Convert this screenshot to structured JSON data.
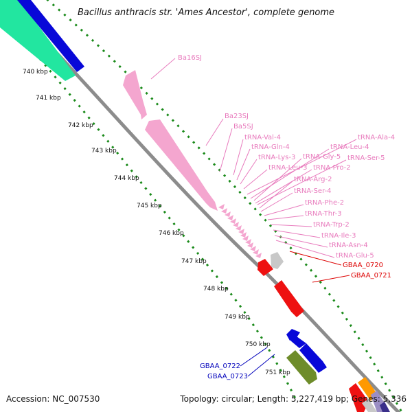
{
  "title": "Bacillus anthracis str. 'Ames Ancestor', complete genome",
  "footer": {
    "accession": "Accession: NC_007530",
    "summary": "Topology: circular; Length: 5,227,419 bp; Genes: 5,336"
  },
  "colors": {
    "backbone": "#8c8c8c",
    "tick_dots": "#1a8a1a",
    "rRNA_tRNA": "#f4a6cf",
    "red_gene": "#ee1111",
    "grey_gene": "#c8c8c8",
    "blue_gene": "#0808d8",
    "green_gene": "#6e8c2a",
    "cyan_gene": "#22e6a0",
    "orange_gene": "#ff9900",
    "label_pink": "#e87bbd",
    "label_red": "#dd0000",
    "label_blue": "#0000bb"
  },
  "scale_ticks": [
    {
      "label": "740 kbp"
    },
    {
      "label": "741 kbp"
    },
    {
      "label": "742 kbp"
    },
    {
      "label": "743 kbp"
    },
    {
      "label": "744 kbp"
    },
    {
      "label": "745 kbp"
    },
    {
      "label": "746 kbp"
    },
    {
      "label": "747 kbp"
    },
    {
      "label": "748 kbp"
    },
    {
      "label": "749 kbp"
    },
    {
      "label": "750 kbp"
    },
    {
      "label": "751 kbp"
    }
  ],
  "features": {
    "rrna": [
      {
        "label": "Ba16SJ"
      },
      {
        "label": "Ba23SJ"
      },
      {
        "label": "Ba5SJ"
      }
    ],
    "trna": [
      {
        "label": "tRNA-Val-4"
      },
      {
        "label": "tRNA-Ala-4"
      },
      {
        "label": "tRNA-Gln-4"
      },
      {
        "label": "tRNA-Leu-4"
      },
      {
        "label": "tRNA-Gly-5"
      },
      {
        "label": "tRNA-Lys-3"
      },
      {
        "label": "tRNA-Ser-5"
      },
      {
        "label": "tRNA-Leu-3"
      },
      {
        "label": "tRNA-Pro-2"
      },
      {
        "label": "tRNA-Arg-2"
      },
      {
        "label": "tRNA-Ser-4"
      },
      {
        "label": "tRNA-Phe-2"
      },
      {
        "label": "tRNA-Thr-3"
      },
      {
        "label": "tRNA-Trp-2"
      },
      {
        "label": "tRNA-Ile-3"
      },
      {
        "label": "tRNA-Asn-4"
      },
      {
        "label": "tRNA-Glu-5"
      }
    ],
    "genes_red": [
      {
        "label": "GBAA_0720"
      },
      {
        "label": "GBAA_0721"
      }
    ],
    "genes_blue": [
      {
        "label": "GBAA_0722"
      },
      {
        "label": "GBAA_0723"
      }
    ]
  }
}
